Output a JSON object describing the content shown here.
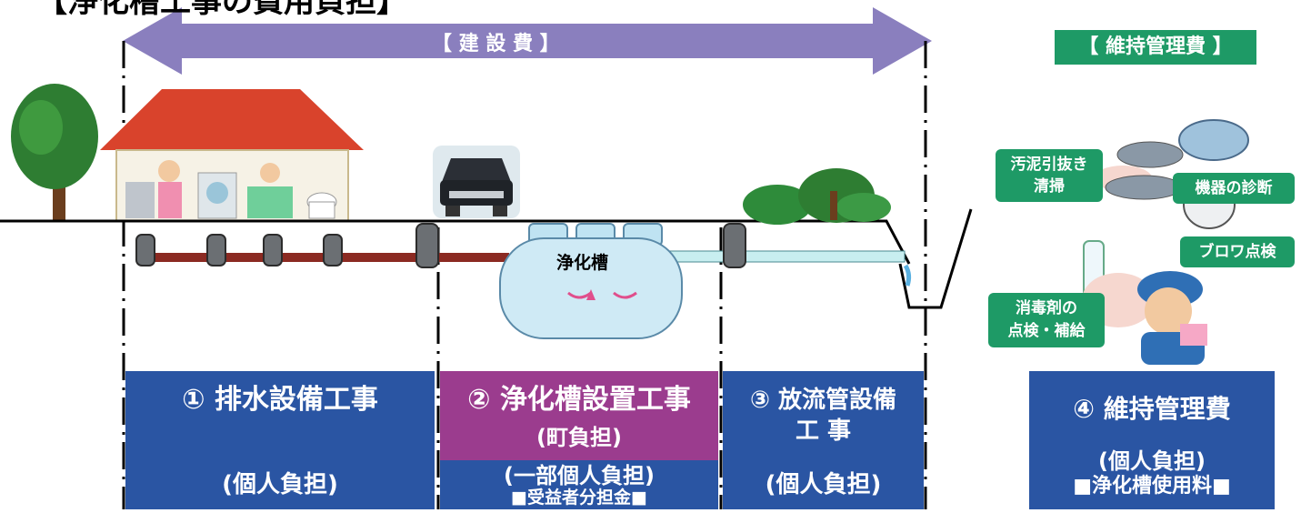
{
  "title_fragment": "【浄化槽工事の費用負担】",
  "construction_cost_label": "【 建 設 費 】",
  "maintenance_cost_label": "【 維持管理費 】",
  "tank_label": "浄化槽",
  "maintenance_items": {
    "sludge": [
      "汚泥引抜き",
      "清掃"
    ],
    "diagnosis": "機器の診断",
    "blower": "ブロワ点検",
    "disinfectant": [
      "消毒剤の",
      "点検・補給"
    ]
  },
  "boxes": {
    "drainage": {
      "title": "①  排水設備工事",
      "burden": "(個人負担)"
    },
    "tank_install": {
      "title": "②  浄化槽設置工事",
      "burden_town": "(町負担)",
      "burden_partial": "(一部個人負担)",
      "fee": "■受益者分担金■"
    },
    "discharge": {
      "title_line1": "③  放流管設備",
      "title_line2": "工  事",
      "burden": "(個人負担)"
    },
    "maintenance": {
      "title": "④  維持管理費",
      "burden": "(個人負担)",
      "fee": "■浄化槽使用料■"
    }
  },
  "colors": {
    "arrow": "#8a7fbe",
    "box_blue": "#2a55a3",
    "box_purple": "#9b3c8e",
    "tag_green": "#1e9a66",
    "pipe_red": "#8b2a22",
    "roof_red": "#d9432c"
  }
}
